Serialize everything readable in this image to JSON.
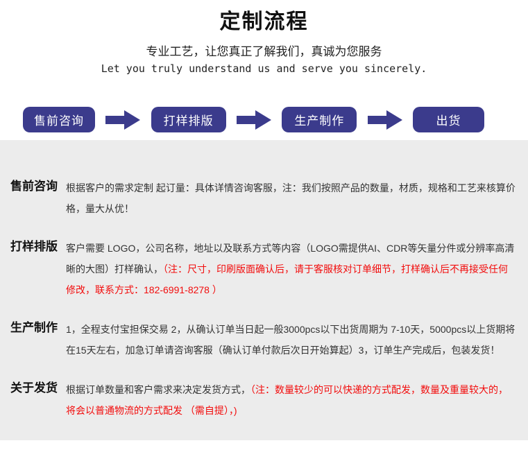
{
  "colors": {
    "accent_navy": "#3b3b8c",
    "note_red": "#f20c0c",
    "panel_gray": "#ececec",
    "text_dark": "#333333"
  },
  "header": {
    "title": "定制流程",
    "subtitle": "专业工艺，让您真正了解我们，真诚为您服务",
    "subtitle_en": "Let you truly understand us and serve you sincerely."
  },
  "process": {
    "steps": [
      {
        "label": "售前咨询"
      },
      {
        "label": "打样排版"
      },
      {
        "label": "生产制作"
      },
      {
        "label": "出货"
      }
    ],
    "arrow_icon": "arrow-right"
  },
  "sections": [
    {
      "label": "售前咨询",
      "segments": [
        {
          "text": "根据客户的需求定制 起订量：具体详情咨询客服，注：我们按照产品的数量，材质，规格和工艺来核算价格，量大从优！",
          "style": "normal"
        }
      ]
    },
    {
      "label": "打样排版",
      "segments": [
        {
          "text": "客户需要 LOGO，公司名称，地址以及联系方式等内容（LOGO需提供AI、CDR等矢量分件或分辨率高清晰的大图）打样确认，",
          "style": "normal"
        },
        {
          "text": "（注：尺寸，印刷版面确认后，请于客服核对订单细节，打样确认后不再接受任何修改，联系方式：182-6991-8278 ）",
          "style": "red"
        }
      ]
    },
    {
      "label": "生产制作",
      "segments": [
        {
          "text": "1，全程支付宝担保交易 2，从确认订单当日起一般3000pcs以下出货周期为 7-10天，5000pcs以上货期将在15天左右，加急订单请咨询客服（确认订单付款后次日开始算起）3，订单生产完成后，包装发货！",
          "style": "normal"
        }
      ]
    },
    {
      "label": "关于发货",
      "segments": [
        {
          "text": "根据订单数量和客户需求来决定发货方式，",
          "style": "normal"
        },
        {
          "text": "（注：数量较少的可以快递的方式配发，数量及重量较大的，将会以普通物流的方式配发 （需自提），)",
          "style": "red"
        }
      ]
    }
  ]
}
